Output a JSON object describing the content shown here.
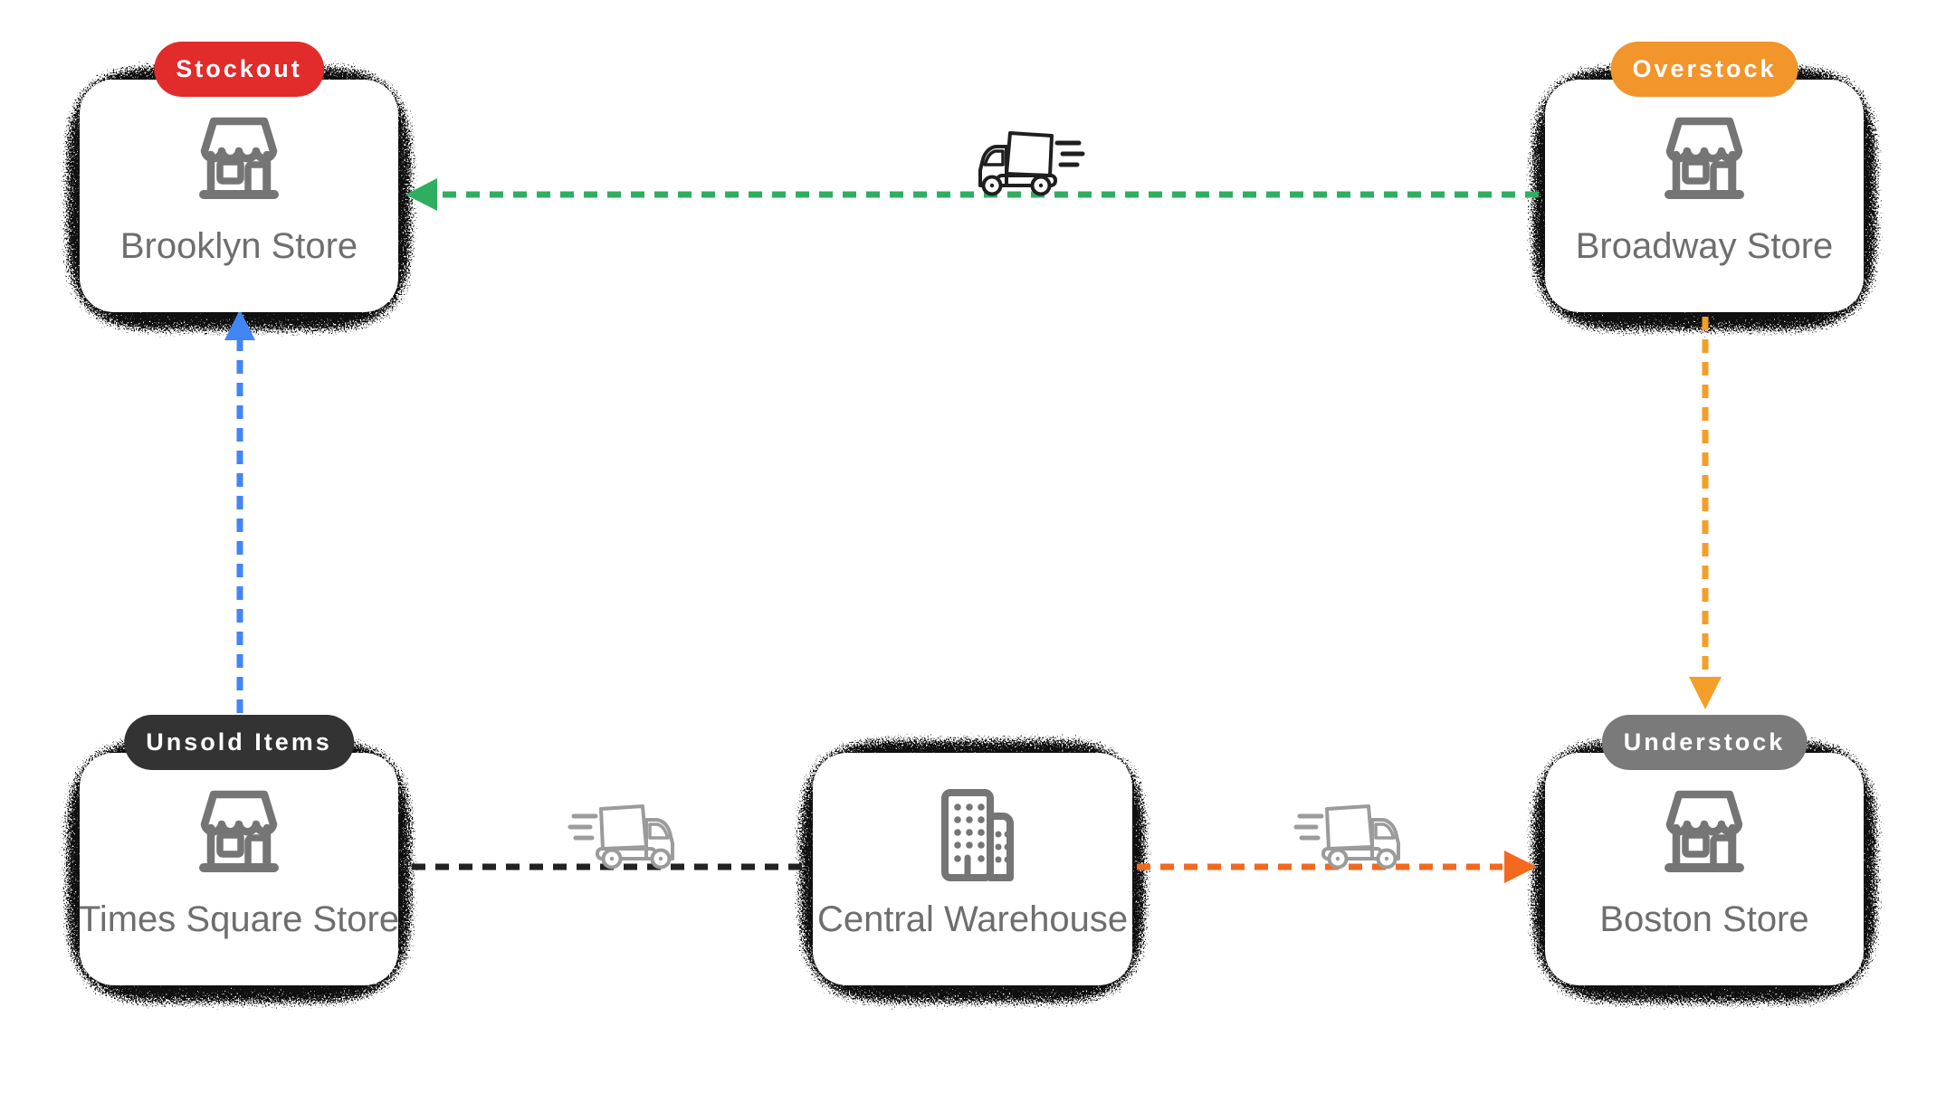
{
  "diagram_title": "",
  "nodes": {
    "brooklyn": {
      "label": "Brooklyn Store",
      "badge": "Stockout",
      "badge_color": "#e22b2b",
      "icon": "storefront-icon"
    },
    "broadway": {
      "label": "Broadway Store",
      "badge": "Overstock",
      "badge_color": "#f2952b",
      "icon": "storefront-icon"
    },
    "times_square": {
      "label": "Times Square Store",
      "badge": "Unsold Items",
      "badge_color": "#333333",
      "icon": "storefront-icon"
    },
    "central_warehouse": {
      "label": "Central Warehouse",
      "badge": "",
      "badge_color": "",
      "icon": "warehouse-building-icon"
    },
    "boston": {
      "label": "Boston Store",
      "badge": "Understock",
      "badge_color": "#7a7a7a",
      "icon": "storefront-icon"
    }
  },
  "edges": [
    {
      "from": "Broadway Store",
      "to": "Brooklyn Store",
      "direction": "right-to-left",
      "color": "#2fae60",
      "style": "dotted",
      "arrowhead": true,
      "decoration": "delivery-truck-icon-black"
    },
    {
      "from": "Times Square Store",
      "to": "Brooklyn Store",
      "direction": "bottom-to-top",
      "color": "#4285f4",
      "style": "dotted",
      "arrowhead": true,
      "decoration": ""
    },
    {
      "from": "Broadway Store",
      "to": "Boston Store",
      "direction": "top-to-bottom",
      "color": "#f59e27",
      "style": "dotted",
      "arrowhead": true,
      "decoration": ""
    },
    {
      "from": "Times Square Store",
      "to": "Central Warehouse",
      "direction": "left-to-right",
      "color": "#222222",
      "style": "dotted",
      "arrowhead": false,
      "decoration": "delivery-truck-icon-gray"
    },
    {
      "from": "Central Warehouse",
      "to": "Boston Store",
      "direction": "left-to-right",
      "color": "#f2691f",
      "style": "dotted",
      "arrowhead": true,
      "decoration": "delivery-truck-icon-gray"
    }
  ],
  "palette": {
    "card_background": "#ffffff",
    "icon_stroke": "#757575",
    "label_text": "#6e6e6e",
    "badge_text": "#ffffff",
    "truck_black": "#1f1f1f",
    "truck_gray": "#9b9b9b",
    "spray_shadow": "#101010"
  }
}
